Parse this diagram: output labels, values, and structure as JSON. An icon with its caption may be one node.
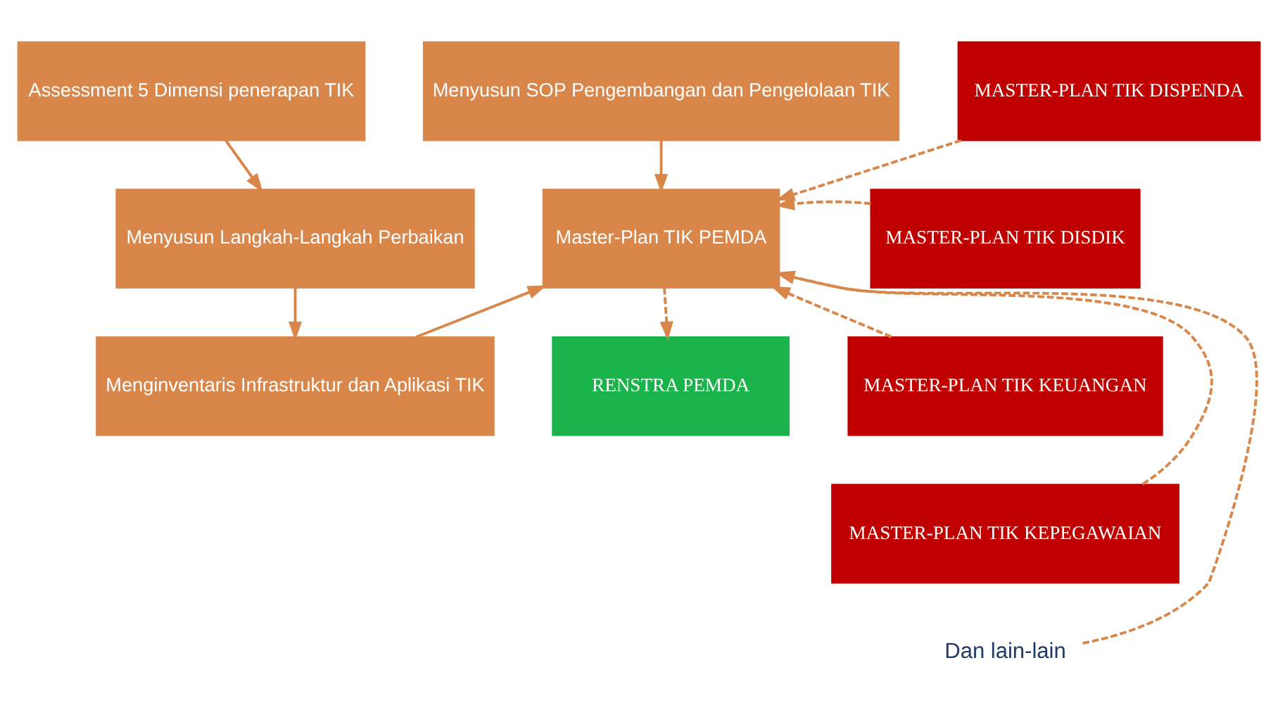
{
  "diagram": {
    "nodes": [
      {
        "text": [
          "Assessment 5 Dimensi penerapan TIK"
        ]
      },
      {
        "text": [
          "Menyusun Langkah-Langkah Perbaikan"
        ]
      },
      {
        "text": [
          "Menginventaris Infrastruktur dan Aplikasi TIK"
        ]
      },
      {
        "text": [
          "Menyusun SOP Pengembangan dan Pengelolaan TIK"
        ]
      },
      {
        "text": [
          "Master-Plan TIK PEMDA"
        ]
      },
      {
        "text": [
          "RENSTRA PEMDA"
        ]
      },
      {
        "text": [
          "MASTER-PLAN TIK DISPENDA"
        ]
      },
      {
        "text": [
          "MASTER-PLAN TIK DISDIK"
        ]
      },
      {
        "text": [
          "MASTER-PLAN TIK KEUANGAN"
        ]
      },
      {
        "text": [
          "MASTER-PLAN TIK KEPEGAWAIAN"
        ]
      },
      {
        "text": [
          "Dan lain-lain"
        ]
      }
    ],
    "edges": [
      {
        "from": 0,
        "to": 1,
        "arrow": "to"
      },
      {
        "from": 1,
        "to": 2,
        "arrow": "to"
      },
      {
        "from": 2,
        "to": 4,
        "arrow": "to"
      },
      {
        "from": 3,
        "to": 4,
        "arrow": "to"
      },
      {
        "from": 4,
        "to": 5,
        "arrow": "to",
        "style": "dashed"
      },
      {
        "from": 6,
        "to": 4,
        "arrow": "to",
        "style": "dashed"
      },
      {
        "from": 7,
        "to": 4,
        "arrow": "to",
        "style": "dashed"
      },
      {
        "from": 8,
        "to": 4,
        "arrow": "to",
        "style": "dashed"
      },
      {
        "from": 9,
        "to": 4,
        "arrow": "to",
        "style": "dashed"
      },
      {
        "from": 10,
        "to": 4,
        "arrow": "to",
        "style": "dashed"
      }
    ]
  }
}
